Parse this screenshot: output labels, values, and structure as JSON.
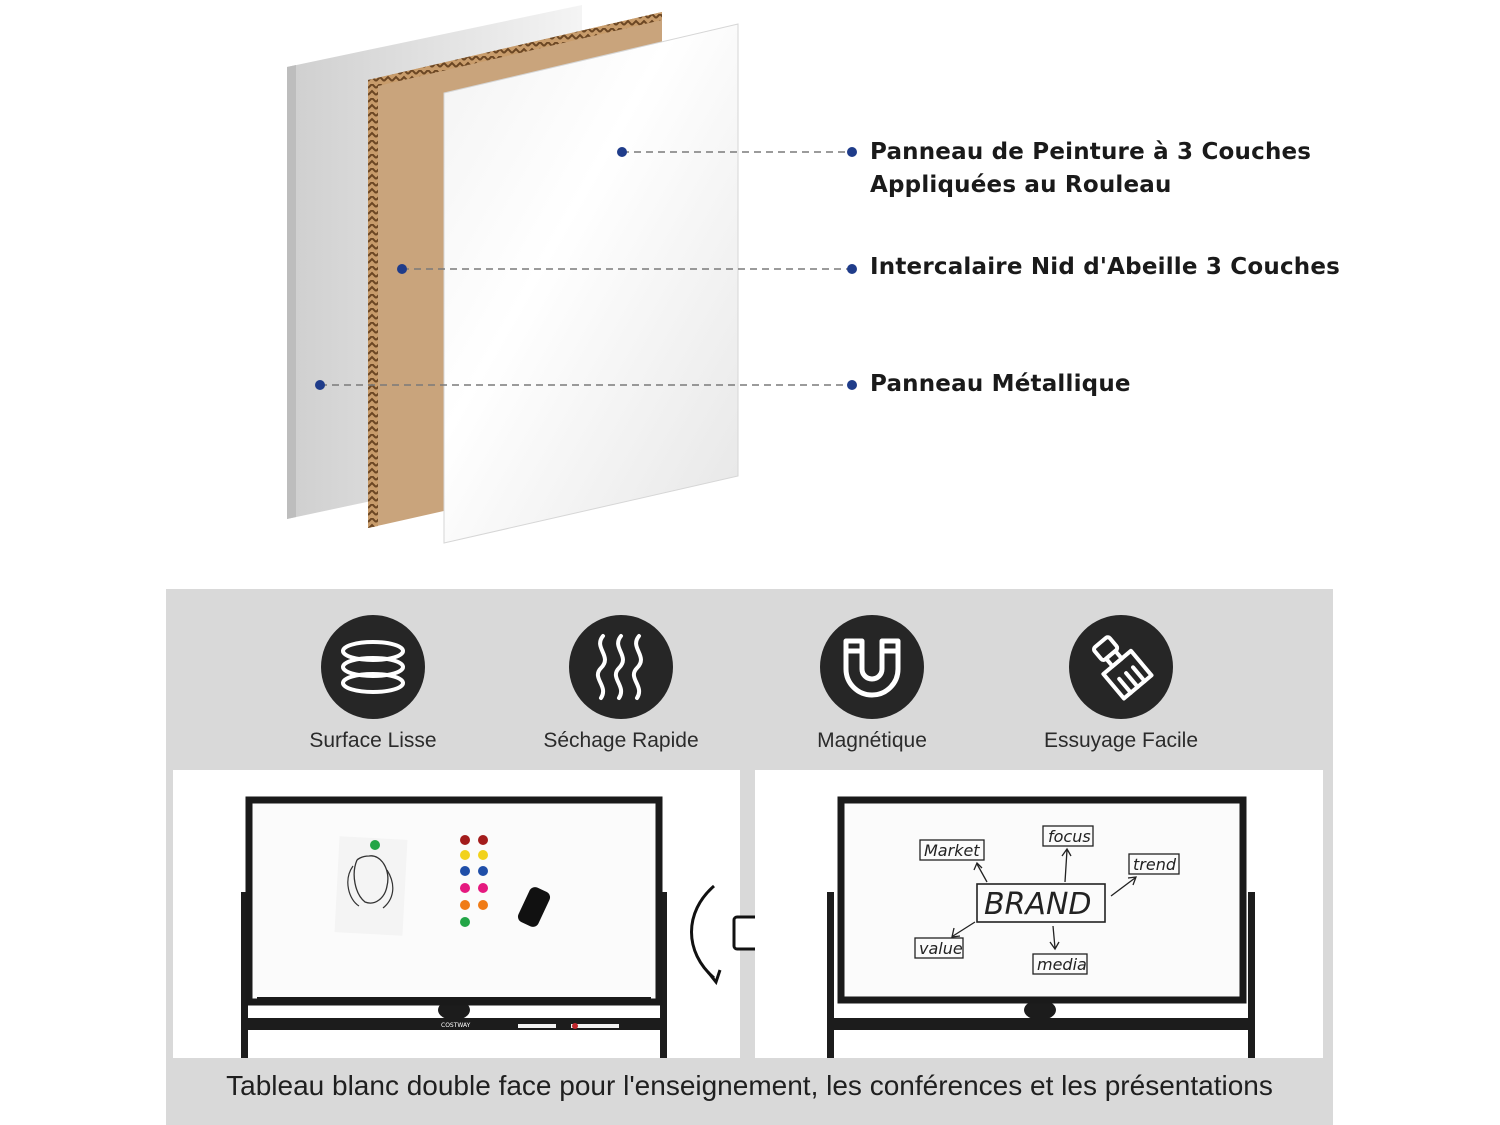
{
  "layers": {
    "callouts": [
      {
        "id": "paint",
        "lines": [
          "Panneau de Peinture à 3 Couches",
          "Appliquées au Rouleau"
        ]
      },
      {
        "id": "honeycomb",
        "lines": [
          "Intercalaire Nid d'Abeille 3 Couches"
        ]
      },
      {
        "id": "metal",
        "lines": [
          "Panneau Métallique"
        ]
      }
    ],
    "dot_color": "#1f3c8a"
  },
  "features": [
    {
      "label": "Surface Lisse",
      "icon": "layers-icon"
    },
    {
      "label": "Séchage Rapide",
      "icon": "heat-waves-icon"
    },
    {
      "label": "Magnétique",
      "icon": "magnet-icon"
    },
    {
      "label": "Essuyage Facile",
      "icon": "eraser-brush-icon"
    }
  ],
  "boards": {
    "left_brand": "COSTWAY",
    "right_words": [
      "Market",
      "focus",
      "trend",
      "BRAND",
      "value",
      "media"
    ]
  },
  "caption": "Tableau blanc double face pour l'enseignement, les conférences et les présentations"
}
